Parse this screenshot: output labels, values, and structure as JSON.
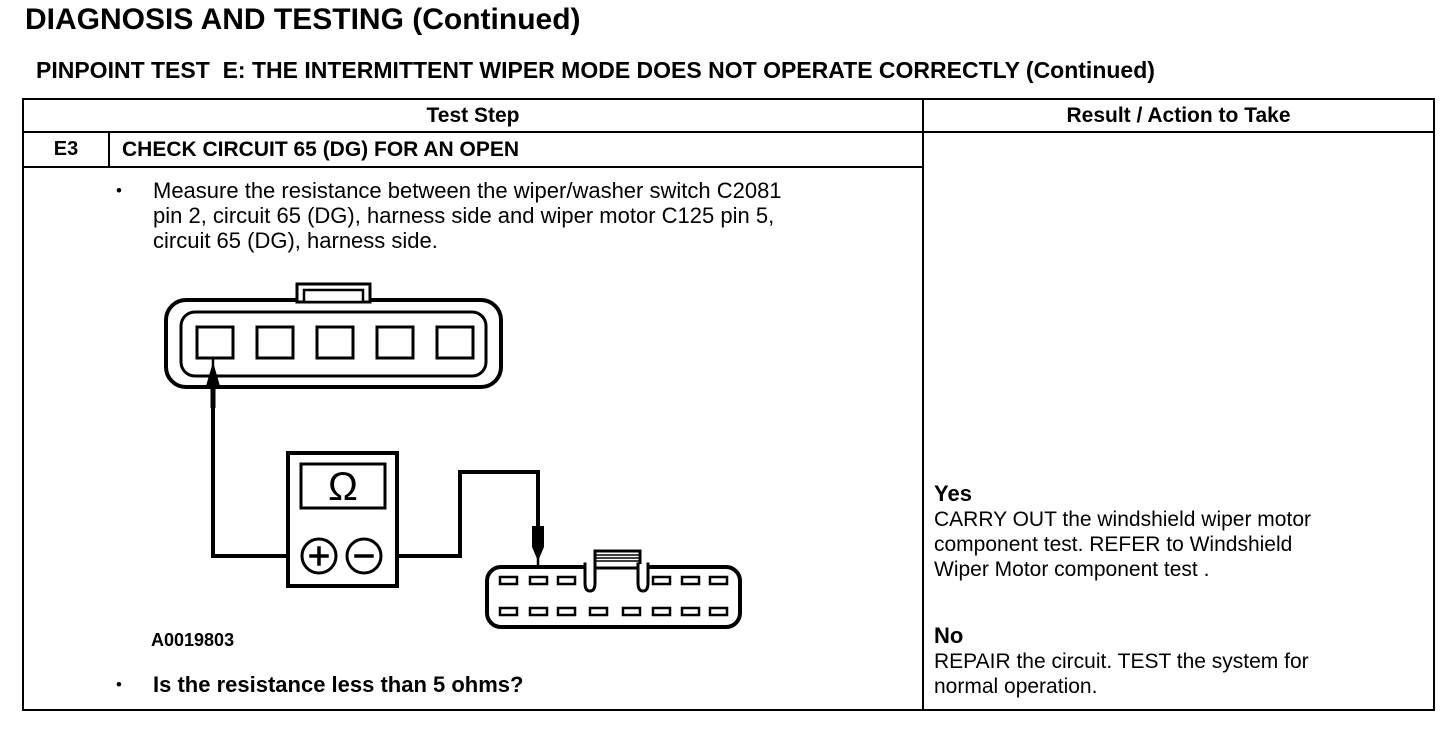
{
  "page": {
    "title": "DIAGNOSIS AND TESTING (Continued)",
    "subtitle": "PINPOINT TEST  E: THE INTERMITTENT WIPER MODE DOES NOT OPERATE CORRECTLY (Continued)"
  },
  "table": {
    "headers": {
      "test_step": "Test Step",
      "result": "Result / Action to Take"
    },
    "step": {
      "id": "E3",
      "title": "CHECK CIRCUIT 65 (DG) FOR AN OPEN",
      "bullet": "•",
      "instruction_lines": [
        "Measure the resistance between the wiper/washer switch C2081",
        "pin 2, circuit 65 (DG), harness side and wiper motor C125 pin 5,",
        "circuit 65 (DG), harness side."
      ],
      "question": "Is the resistance less than 5 ohms?"
    },
    "result": {
      "yes_label": "Yes",
      "yes_lines": [
        "CARRY OUT the windshield wiper motor",
        "component test. REFER to Windshield",
        "Wiper Motor component test ."
      ],
      "no_label": "No",
      "no_lines": [
        "REPAIR the circuit. TEST the system for",
        "normal operation."
      ]
    }
  },
  "diagram": {
    "figure_id": "A0019803",
    "meter_symbol": "Ω",
    "colors": {
      "line": "#000000",
      "background": "#ffffff"
    }
  }
}
